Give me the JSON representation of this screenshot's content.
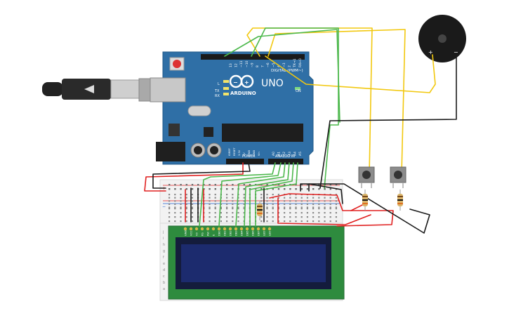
{
  "board": {
    "brand": "ARDUINO",
    "model": "UNO",
    "on_label": "ON",
    "digital_label": "DIGITAL (PWM~)",
    "power_label": "POWER",
    "analog_label": "ANALOG IN",
    "aref_label": "AREF",
    "gnd_label": "GND",
    "l_label": "L",
    "tx_label": "TX",
    "rx_label": "RX",
    "digital_pins": [
      "13",
      "12",
      "~11",
      "~10",
      "~9",
      "8",
      "7",
      "~6",
      "~5",
      "4",
      "~3",
      "2",
      "TX→1",
      "RX←0"
    ],
    "power_pins": [
      "IOREF",
      "RESET",
      "3.3V",
      "5V",
      "GND",
      "GND",
      "Vin"
    ],
    "analog_pins": [
      "A0",
      "A1",
      "A2",
      "A3",
      "A4",
      "A5"
    ]
  },
  "buzzer": {
    "plus": "+",
    "minus": "−"
  },
  "lcd": {
    "pin_labels": [
      "GND",
      "VCC",
      "V0",
      "RS",
      "RW",
      "E",
      "DB0",
      "DB1",
      "DB2",
      "DB3",
      "DB4",
      "DB5",
      "DB6",
      "DB7",
      "LED",
      "LED"
    ]
  },
  "breadboard": {
    "rail_plus": "+",
    "rail_minus": "−",
    "row_letters": [
      "j",
      "i",
      "h",
      "g",
      "f",
      "e",
      "d",
      "c",
      "b",
      "a"
    ]
  },
  "colors": {
    "board": "#2f6fa6",
    "wire_yellow": "#f2c80f",
    "wire_green": "#4cb84c",
    "wire_red": "#e02020",
    "wire_black": "#1a1a1a",
    "lcd_screen": "#1c2b6e",
    "lcd_pcb": "#2e8b3e"
  }
}
